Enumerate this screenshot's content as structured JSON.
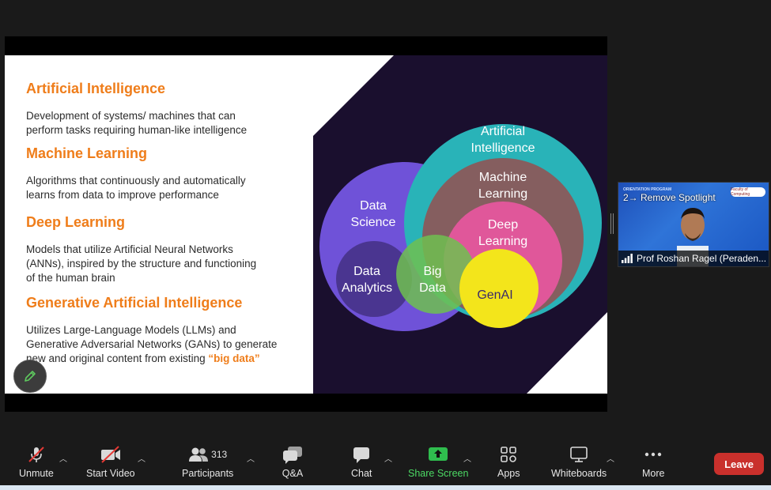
{
  "slide": {
    "topics": [
      {
        "title": "Artificial Intelligence",
        "lines": [
          "Development of systems/ machines that can",
          "perform tasks requiring human-like intelligence"
        ]
      },
      {
        "title": "Machine Learning",
        "lines": [
          "Algorithms that continuously and automatically",
          "learns from data to improve performance"
        ]
      },
      {
        "title": "Deep Learning",
        "lines": [
          "Models that utilize Artificial Neural Networks",
          "(ANNs), inspired by the structure and functioning",
          "of the human brain"
        ]
      },
      {
        "title": "Generative Artificial Intelligence",
        "lines": [
          "Utilizes Large-Language Models (LLMs) and",
          "Generative Adversarial Networks (GANs) to generate",
          "new and original content from existing"
        ],
        "highlight": "“big data”"
      }
    ],
    "venn": {
      "ai": [
        "Artificial",
        "Intelligence"
      ],
      "ml": [
        "Machine",
        "Learning"
      ],
      "dl": [
        "Deep",
        "Learning"
      ],
      "genai": "GenAI",
      "ds": [
        "Data",
        "Science"
      ],
      "da": [
        "Data",
        "Analytics"
      ],
      "bd": [
        "Big",
        "Data"
      ]
    },
    "colors": {
      "accent": "#ef7d1a",
      "dark_bg": "#1a0f2e",
      "ai": "#29b3b8",
      "ml": "#8a5a5a",
      "dl": "#e0579a",
      "genai": "#f3e51b",
      "ds": "#6f52d8",
      "da": "#4a3590",
      "bd": "#6ec050"
    }
  },
  "video": {
    "program_label": "ORIENTATION PROGRAM",
    "logo_label": "Faculty of Computing",
    "overlay": "2→ Remove Spotlight",
    "name": "Prof Roshan Ragel (Peraden..."
  },
  "toolbar": {
    "unmute": "Unmute",
    "start_video": "Start Video",
    "participants": "Participants",
    "participant_count": "313",
    "qa": "Q&A",
    "chat": "Chat",
    "share_screen": "Share Screen",
    "apps": "Apps",
    "whiteboards": "Whiteboards",
    "more": "More",
    "leave": "Leave"
  }
}
